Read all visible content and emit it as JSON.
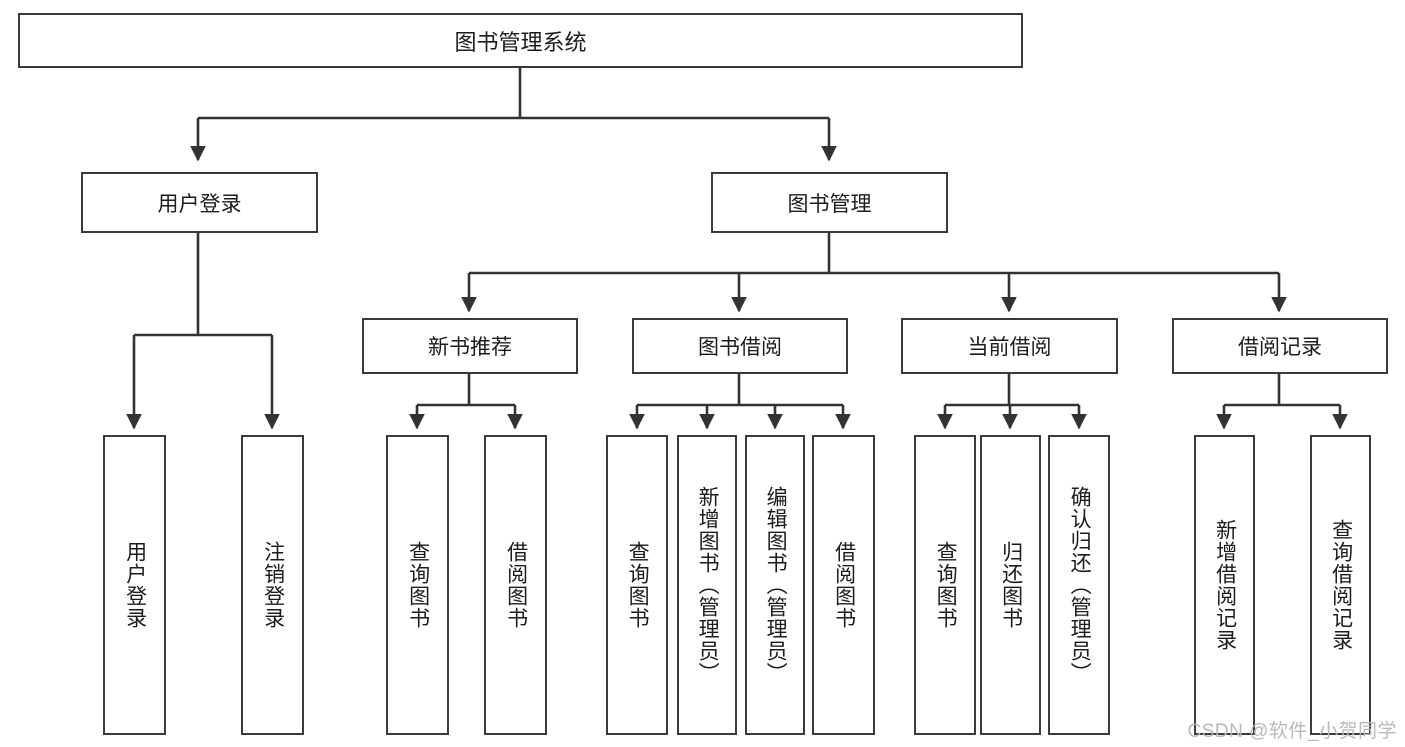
{
  "diagram": {
    "title": "图书管理系统",
    "type": "tree-hierarchy",
    "watermark": "CSDN @软件_小贺同学",
    "colors": {
      "box_border": "#3a3a3a",
      "box_fill": "#ffffff",
      "connector": "#333333",
      "text": "#1c1c1c",
      "watermark": "#b9b9b9"
    },
    "nodes": {
      "root": {
        "label": "图书管理系统"
      },
      "level1": [
        {
          "label": "用户登录"
        },
        {
          "label": "图书管理"
        }
      ],
      "level2": [
        {
          "label": "新书推荐"
        },
        {
          "label": "图书借阅"
        },
        {
          "label": "当前借阅"
        },
        {
          "label": "借阅记录"
        }
      ],
      "leaves": {
        "user_login": [
          {
            "label": "用户登录"
          },
          {
            "label": "注销登录"
          }
        ],
        "new_book_recommend": [
          {
            "label": "查询图书"
          },
          {
            "label": "借阅图书"
          }
        ],
        "book_borrow": [
          {
            "label": "查询图书"
          },
          {
            "label": "新增图书（管理员）"
          },
          {
            "label": "编辑图书（管理员）"
          },
          {
            "label": "借阅图书"
          }
        ],
        "current_borrow": [
          {
            "label": "查询图书"
          },
          {
            "label": "归还图书"
          },
          {
            "label": "确认归还（管理员）"
          }
        ],
        "borrow_record": [
          {
            "label": "新增借阅记录"
          },
          {
            "label": "查询借阅记录"
          }
        ]
      }
    }
  }
}
